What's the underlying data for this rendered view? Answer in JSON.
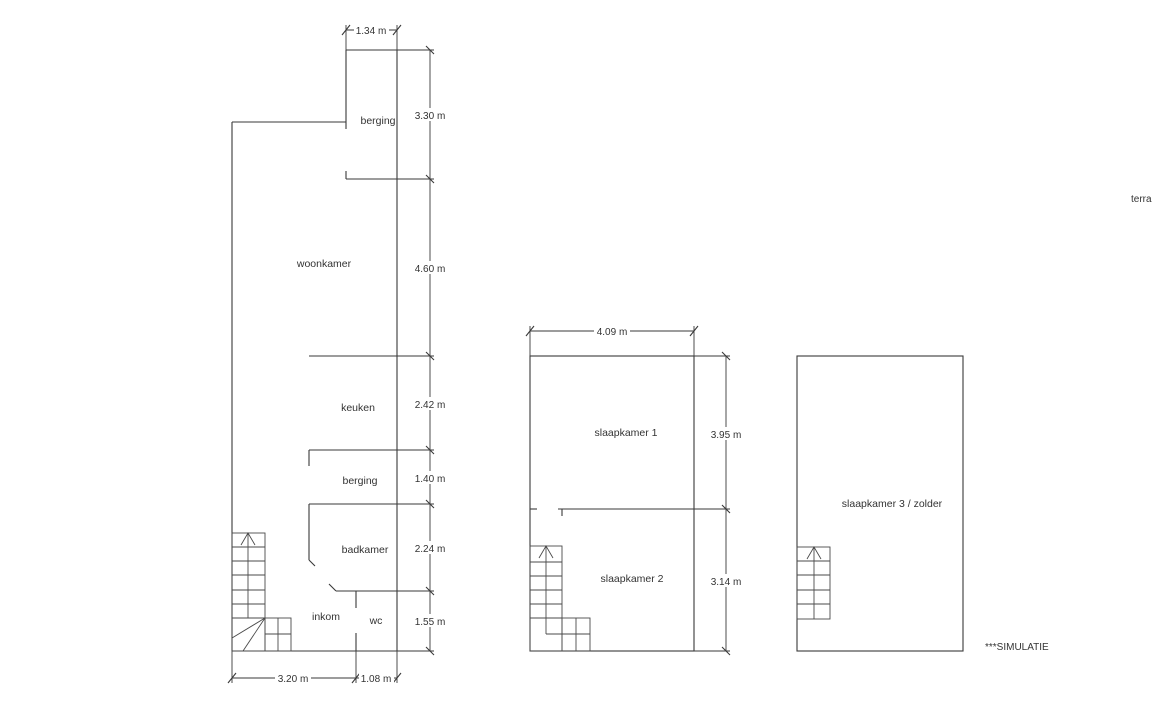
{
  "rooms": {
    "berging_top": "berging",
    "woonkamer": "woonkamer",
    "keuken": "keuken",
    "berging_mid": "berging",
    "badkamer": "badkamer",
    "inkom": "inkom",
    "wc": "wc",
    "slaapkamer1": "slaapkamer 1",
    "slaapkamer2": "slaapkamer 2",
    "slaapkamer3": "slaapkamer 3 / zolder"
  },
  "dimensions": {
    "ground_top_width": "1.34 m",
    "berging_depth": "3.30 m",
    "woonkamer_depth": "4.60 m",
    "keuken_depth": "2.42 m",
    "berging_mid_depth": "1.40 m",
    "badkamer_depth": "2.24 m",
    "wc_depth": "1.55 m",
    "ground_bottom_width_left": "3.20 m",
    "ground_bottom_width_right": "1.08 m",
    "first_floor_width": "4.09 m",
    "slaapkamer1_depth": "3.95 m",
    "slaapkamer2_depth": "3.14 m"
  },
  "labels": {
    "terrace_partial": "terra",
    "simulation_note": "***SIMULATIE"
  }
}
